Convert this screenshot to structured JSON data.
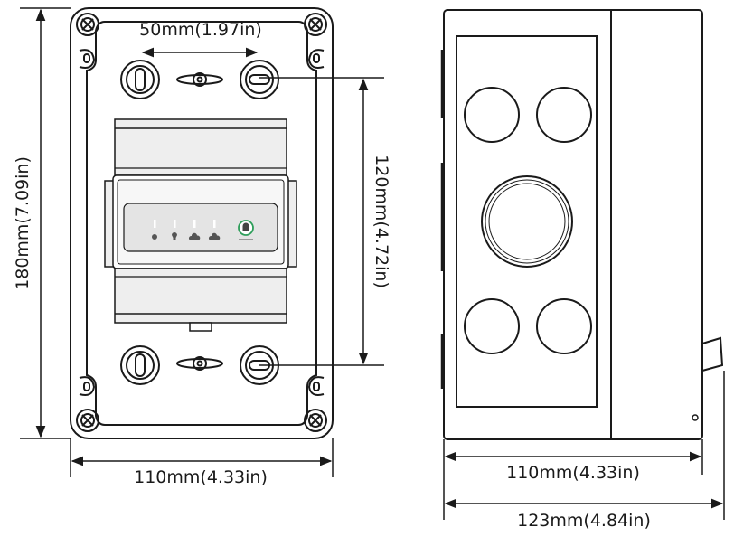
{
  "dimensions": {
    "hole_spacing": "50mm(1.97in)",
    "hole_height": "120mm(4.72in)",
    "total_height": "180mm(7.09in)",
    "front_width": "110mm(4.33in)",
    "side_depth_body": "110mm(4.33in)",
    "side_depth_total": "123mm(4.84in)"
  },
  "colors": {
    "line": "#1a1a1a",
    "module_fill": "#eeeeee",
    "panel_fill": "#e4e4e4",
    "indicator_accent": "#2e9e5a"
  },
  "icons": [
    "power-icon",
    "bulb-icon",
    "cloud-icon",
    "cloud-data-icon",
    "reset-icon"
  ]
}
